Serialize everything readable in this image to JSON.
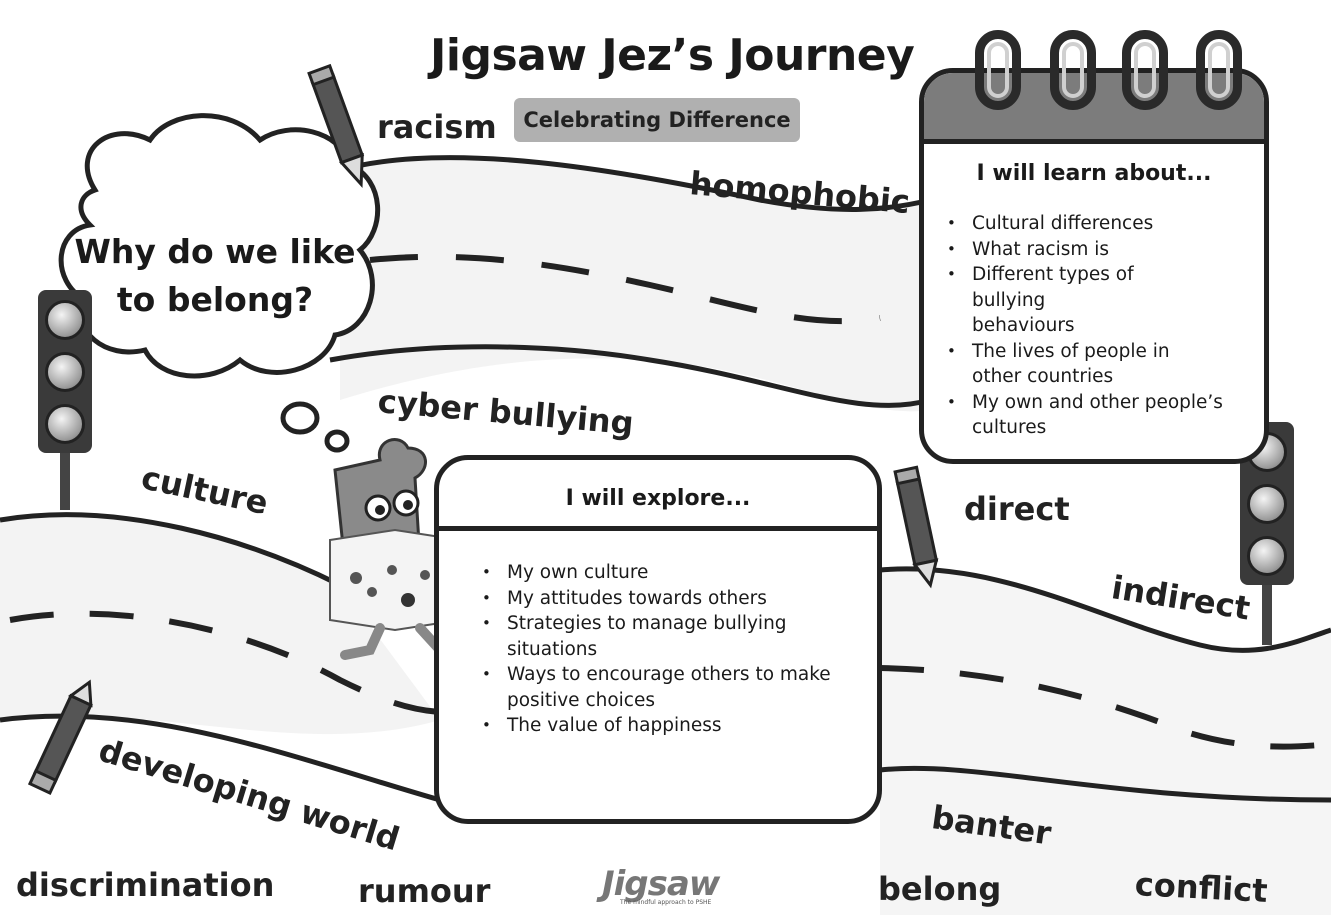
{
  "title": "Jigsaw Jez’s Journey",
  "badge": "Celebrating Difference",
  "thought_bubble": "Why do we like to belong?",
  "learn_card": {
    "heading": "I will learn about...",
    "items": [
      {
        "label": "Cultural differences"
      },
      {
        "label": "What racism is"
      },
      {
        "label": "Different types of bullying behaviours"
      },
      {
        "label": "The lives of people in other countries"
      },
      {
        "label": "My own and other people’s cultures"
      }
    ]
  },
  "explore_card": {
    "heading": "I will explore...",
    "items": [
      {
        "label": "My own culture"
      },
      {
        "label": "My attitudes towards others"
      },
      {
        "label": "Strategies to manage bullying situations"
      },
      {
        "label": "Ways to encourage others to make positive choices"
      },
      {
        "label": "The value of happiness"
      }
    ]
  },
  "road_words": {
    "racism": "racism",
    "homophobic": "homophobic",
    "cyber_bullying": "cyber bullying",
    "culture": "culture",
    "direct": "direct",
    "indirect": "indirect",
    "developing_world": "developing world",
    "banter": "banter",
    "discrimination": "discrimination",
    "rumour": "rumour",
    "belong": "belong",
    "conflict": "conflict"
  },
  "logo": {
    "text": "Jigsaw",
    "tagline": "The mindful approach to PSHE"
  },
  "icons": [
    "pencil-icon",
    "traffic-light-icon",
    "calendar-rings-icon",
    "lightbulb-icon",
    "brain-character-icon",
    "puzzle-heart-icon",
    "jigsaw-jez-character-icon"
  ],
  "colors": {
    "ink": "#1a1a1a",
    "badge_fill": "#b0b0b0",
    "calendar_band": "#7c7c7c",
    "road_shade": "#f2f2f2"
  }
}
